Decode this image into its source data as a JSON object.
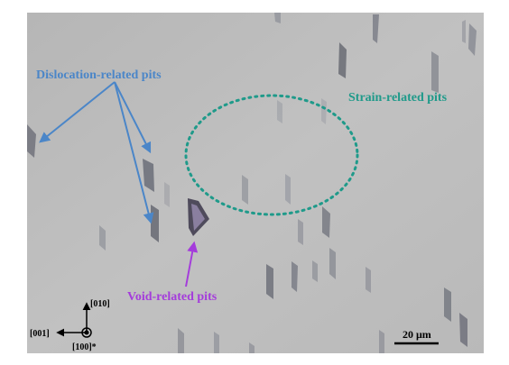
{
  "labels": {
    "dislocation": "Dislocation-related pits",
    "strain": "Strain-related pits",
    "void": "Void-related pits"
  },
  "axes": {
    "up": "[010]",
    "left": "[001]",
    "out": "[100]*"
  },
  "scale_bar": {
    "label": "20 μm"
  },
  "colors": {
    "dislocation": "#4b86c8",
    "strain": "#1f9a8a",
    "void": "#a43cdb",
    "background": "#bcbcbc"
  }
}
